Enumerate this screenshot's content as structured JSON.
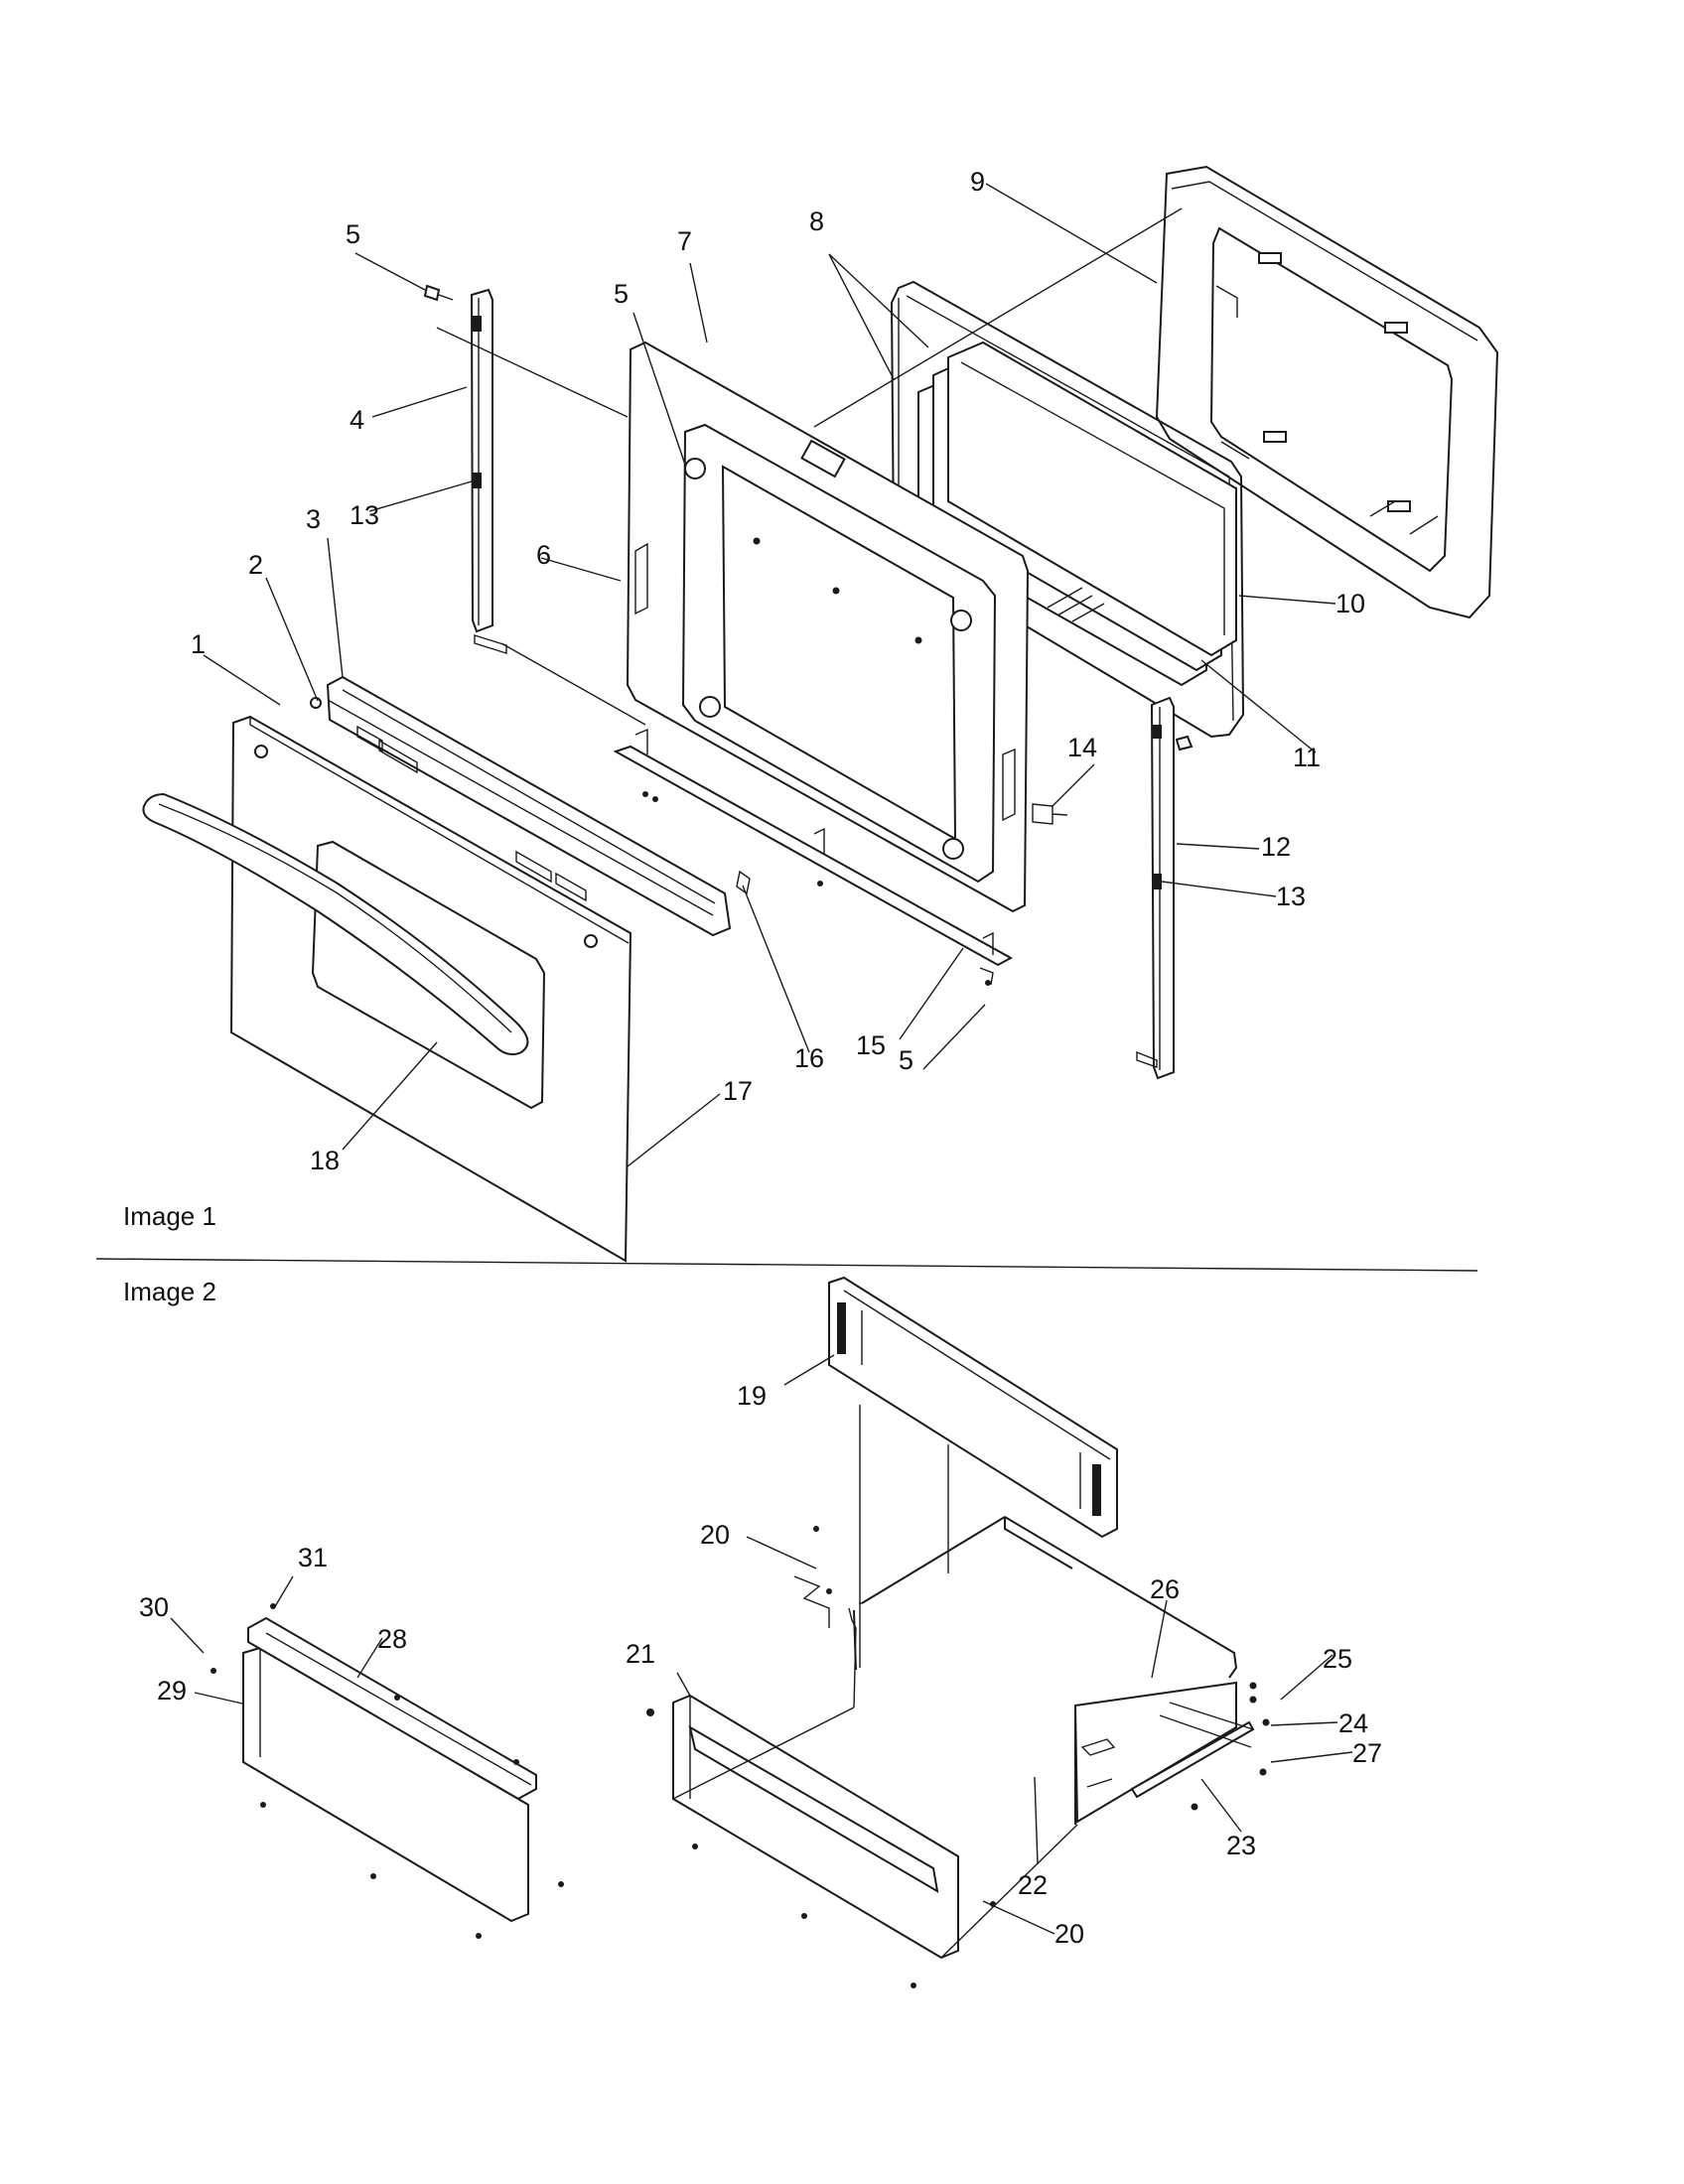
{
  "sections": [
    {
      "id": "image-1",
      "label": "Image 1"
    },
    {
      "id": "image-2",
      "label": "Image 2"
    }
  ],
  "callouts": [
    {
      "text": "1"
    },
    {
      "text": "2"
    },
    {
      "text": "3"
    },
    {
      "text": "4"
    },
    {
      "text": "5"
    },
    {
      "text": "5"
    },
    {
      "text": "5"
    },
    {
      "text": "6"
    },
    {
      "text": "7"
    },
    {
      "text": "8"
    },
    {
      "text": "9"
    },
    {
      "text": "10"
    },
    {
      "text": "11"
    },
    {
      "text": "12"
    },
    {
      "text": "13"
    },
    {
      "text": "13"
    },
    {
      "text": "14"
    },
    {
      "text": "15"
    },
    {
      "text": "16"
    },
    {
      "text": "17"
    },
    {
      "text": "18"
    },
    {
      "text": "19"
    },
    {
      "text": "20"
    },
    {
      "text": "20"
    },
    {
      "text": "21"
    },
    {
      "text": "22"
    },
    {
      "text": "23"
    },
    {
      "text": "24"
    },
    {
      "text": "25"
    },
    {
      "text": "26"
    },
    {
      "text": "27"
    },
    {
      "text": "28"
    },
    {
      "text": "29"
    },
    {
      "text": "30"
    },
    {
      "text": "31"
    }
  ]
}
